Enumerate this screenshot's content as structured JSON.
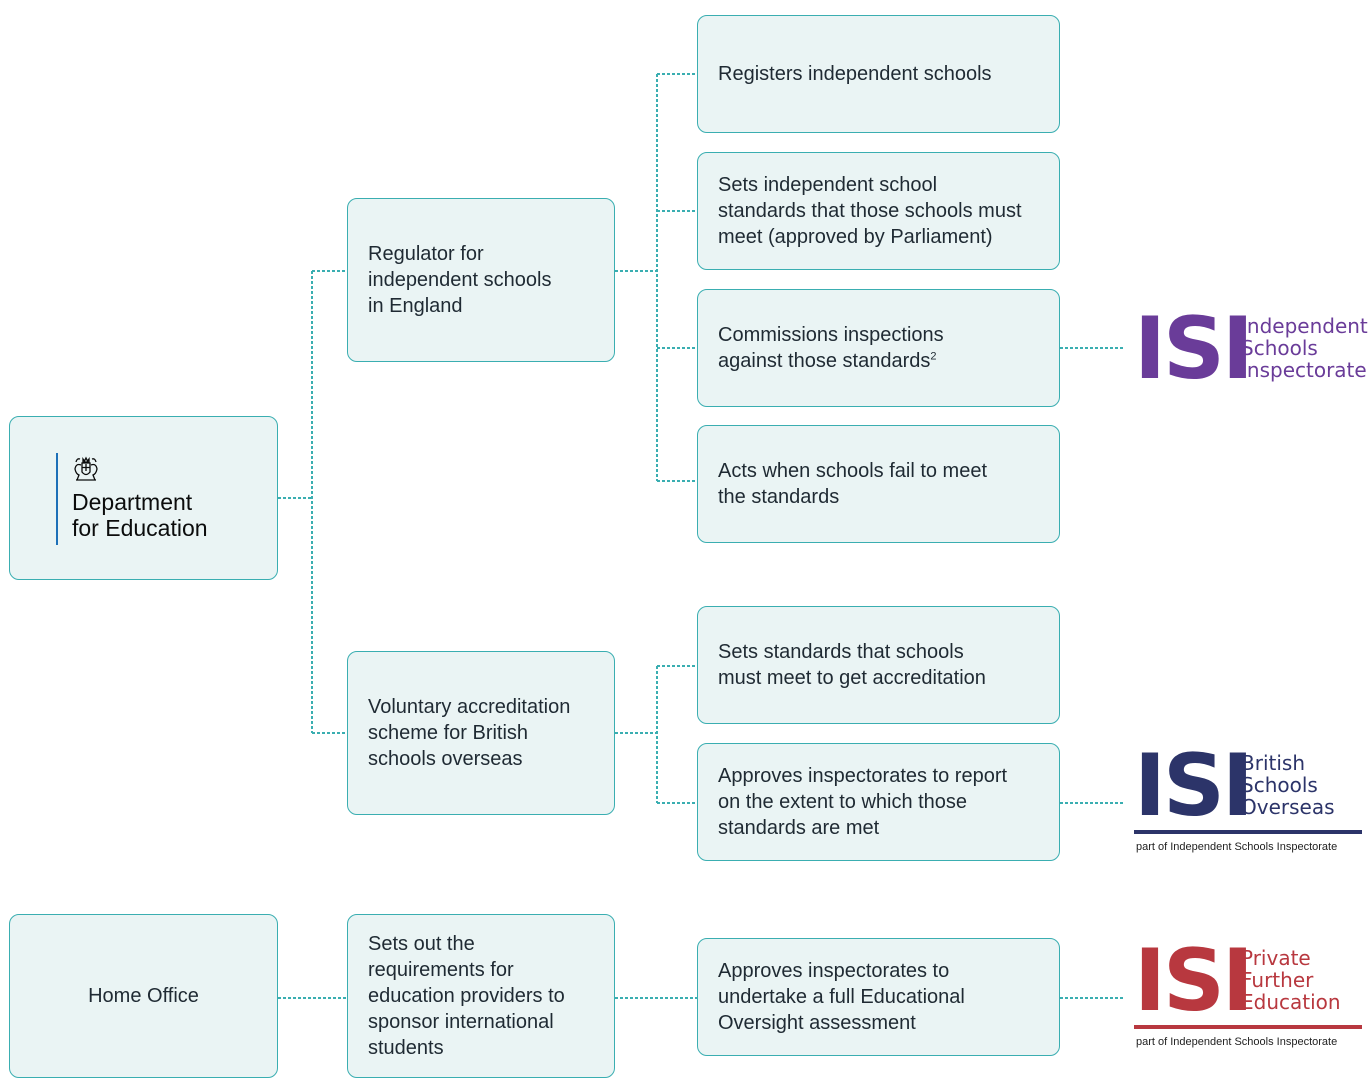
{
  "colors": {
    "box_fill": "#eaf4f4",
    "box_border": "#3aaeb1",
    "connector": "#3aaeb1",
    "isi_purple": "#6a3c99",
    "isi_navy": "#2c3469",
    "isi_red": "#b8383f",
    "dfe_blue": "#1d70b8"
  },
  "dfe": {
    "crest_icon": "royal-coat-of-arms",
    "name": "Department\nfor Education"
  },
  "home_office": {
    "label": "Home Office"
  },
  "regulator": {
    "label": "Regulator for\nindependent schools\nin England"
  },
  "voluntary": {
    "label": "Voluntary accreditation\nscheme for British\nschools overseas"
  },
  "sets_requirements": {
    "label": "Sets out the\nrequirements for\neducation providers to\nsponsor international\nstudents"
  },
  "functions": {
    "registers": "Registers independent schools",
    "sets_standards": "Sets independent school\nstandards that those schools must\nmeet (approved by Parliament)",
    "commissions": "Commissions inspections\nagainst those standards",
    "commissions_footnote": "2",
    "acts": "Acts when schools fail to meet\nthe standards",
    "accreditation_standards": "Sets standards that schools\nmust meet to get accreditation",
    "approves_inspectorates": "Approves  inspectorates to report\non the extent to which those\nstandards are met",
    "educational_oversight": "Approves inspectorates to\nundertake a full Educational\nOversight assessment"
  },
  "logos": {
    "isi": {
      "mark": "ISI",
      "name": "Independent\nSchools\nInspectorate"
    },
    "bso": {
      "mark": "ISI",
      "name": "British\nSchools\nOverseas",
      "sub": "part of Independent Schools Inspectorate"
    },
    "pfe": {
      "mark": "ISI",
      "name": "Private\nFurther\nEducation",
      "sub": "part of Independent Schools Inspectorate"
    }
  }
}
